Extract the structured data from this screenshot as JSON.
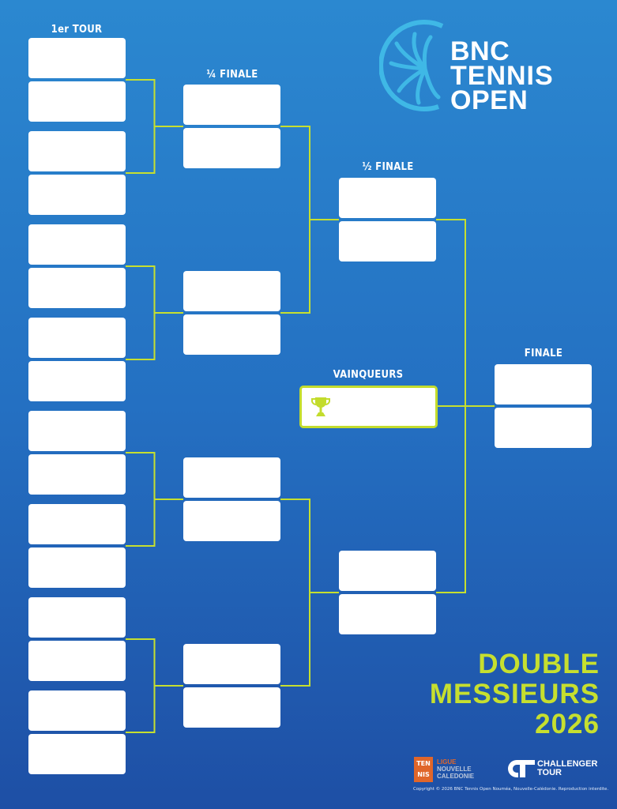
{
  "brand": {
    "logo_text": [
      "BNC",
      "TENNIS",
      "OPEN"
    ],
    "accent_color": "#c6df2f",
    "logo_color": "#3fb8e6"
  },
  "rounds": {
    "round1": {
      "label": "1er TOUR",
      "slots": 16
    },
    "quarter": {
      "label": "¼ FINALE",
      "slots": 8
    },
    "semi": {
      "label": "½ FINALE",
      "slots": 4
    },
    "final": {
      "label": "FINALE",
      "slots": 2
    },
    "winners": {
      "label": "VAINQUEURS",
      "icon": "trophy-icon"
    }
  },
  "event_title": {
    "line1": "DOUBLE",
    "line2": "MESSIEURS",
    "line3": "2026"
  },
  "footer": {
    "ligue_badge": [
      "TEN",
      "NIS"
    ],
    "ligue_lines": [
      "LIGUE",
      "NOUVELLE",
      "CALEDONIE"
    ],
    "challenger": [
      "CHALLENGER",
      "TOUR"
    ],
    "copyright": "Copyright © 2026 BNC Tennis Open Nouméa, Nouvelle-Calédonie. Reproduction interdite."
  }
}
